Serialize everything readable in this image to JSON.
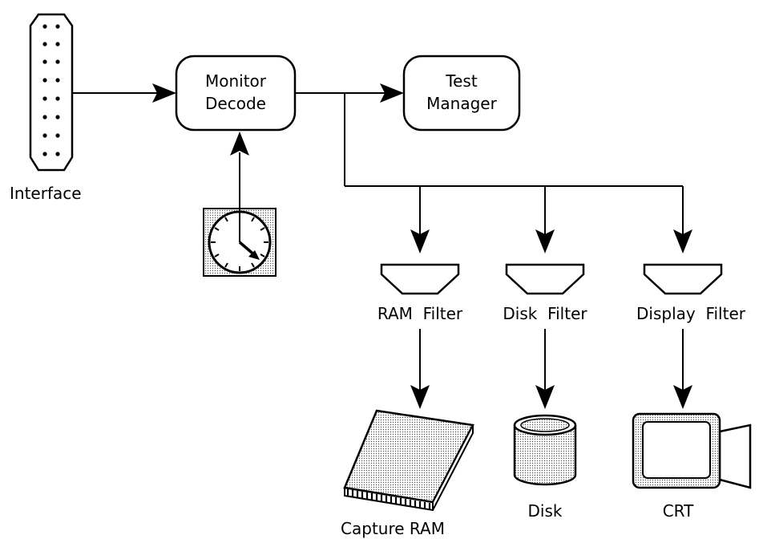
{
  "nodes": {
    "interface": {
      "label": "Interface"
    },
    "monitor_decode": {
      "line1": "Monitor",
      "line2": "Decode"
    },
    "test_manager": {
      "line1": "Test",
      "line2": "Manager"
    },
    "ram_filter": {
      "label": "RAM  Filter"
    },
    "disk_filter": {
      "label": "Disk  Filter"
    },
    "display_filter": {
      "label": "Display  Filter"
    },
    "capture_ram": {
      "label": "Capture RAM"
    },
    "disk": {
      "label": "Disk"
    },
    "crt": {
      "label": "CRT"
    }
  },
  "icons": [
    "connector-icon",
    "clock-icon",
    "funnel-icon",
    "ram-board-icon",
    "disk-cylinder-icon",
    "crt-monitor-icon"
  ]
}
